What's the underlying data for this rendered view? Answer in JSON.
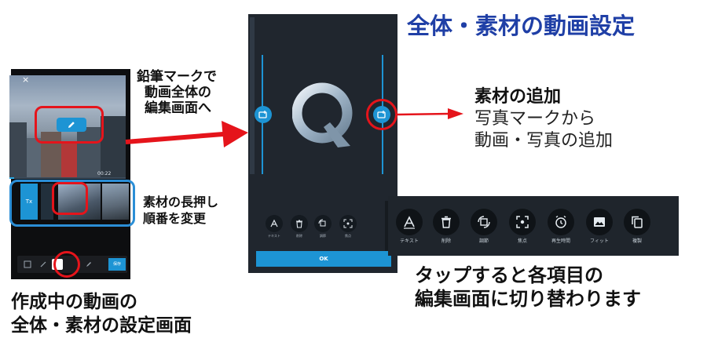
{
  "title": "全体・素材の動画設定",
  "annotations": {
    "pencil_line1": "鉛筆マークで",
    "pencil_line2": "動画全体の",
    "pencil_line3": "編集画面へ",
    "longpress_line1": "素材の長押し",
    "longpress_line2": "順番を変更",
    "add_head": "素材の追加",
    "add_line1": "写真マークから",
    "add_line2": "動画・写真の追加",
    "tap_line1": "タップすると各項目の",
    "tap_line2": "編集画面に切り替わります",
    "current_line1": "作成中の動画の",
    "current_line2": "全体・素材の設定画面"
  },
  "phone": {
    "close_glyph": "×",
    "timestamp": "00:22",
    "clip_text_label": "Tx",
    "bottom_bar_icons": [
      "edit-icon",
      "link-icon",
      "clip-icon",
      "pencil-icon"
    ],
    "bottom_bar_label": "保存"
  },
  "editor": {
    "ok_label": "OK",
    "tools": [
      {
        "icon": "text-icon",
        "label": "テキスト"
      },
      {
        "icon": "trash-icon",
        "label": "削除"
      },
      {
        "icon": "rotate-icon",
        "label": "調節"
      },
      {
        "icon": "focus-icon",
        "label": "焦点"
      }
    ]
  },
  "toolbar": {
    "tools": [
      {
        "icon": "text-icon",
        "label": "テキスト"
      },
      {
        "icon": "trash-icon",
        "label": "削除"
      },
      {
        "icon": "rotate-icon",
        "label": "調節"
      },
      {
        "icon": "focus-icon",
        "label": "焦点"
      },
      {
        "icon": "clock-icon",
        "label": "再生時間"
      },
      {
        "icon": "image-icon",
        "label": "フィット"
      },
      {
        "icon": "copy-icon",
        "label": "複製"
      }
    ]
  },
  "colors": {
    "accent": "#1d94d4",
    "annotation_red": "#e5141b",
    "annotation_blue": "#2b8ed6",
    "title_blue": "#1f3fa6",
    "panel_dark": "#20262e"
  }
}
